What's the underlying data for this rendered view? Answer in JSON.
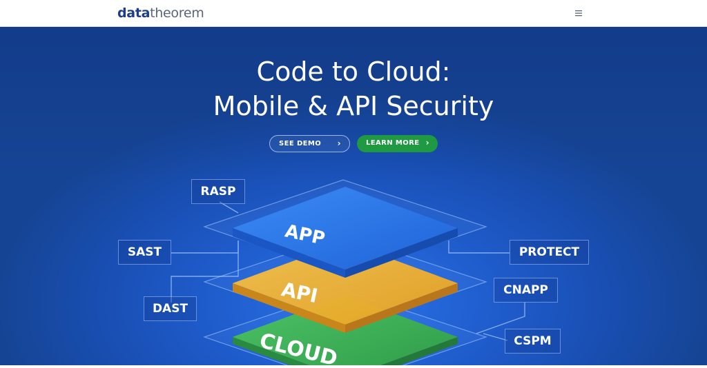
{
  "brand": {
    "logo_part1": "data",
    "logo_part2": "theorem"
  },
  "nav": {
    "menu_icon": "hamburger-menu-icon"
  },
  "hero": {
    "title_line1": "Code to Cloud:",
    "title_line2": "Mobile & API Security",
    "demo_button": "SEE DEMO",
    "learn_button": "LEARN MORE",
    "chevron": "›"
  },
  "layers": {
    "top": "APP",
    "middle": "API",
    "bottom": "CLOUD"
  },
  "tags": {
    "rasp": "RASP",
    "sast": "SAST",
    "dast": "DAST",
    "protect": "PROTECT",
    "cnapp": "CNAPP",
    "cspm": "CSPM"
  },
  "colors": {
    "brand_dark_blue": "#1e3c8c",
    "hero_blue": "#1f5ccc",
    "button_green": "#1f9a43",
    "layer_app": "#2f7ff0",
    "layer_api": "#f2b233",
    "layer_cloud": "#3fb45a"
  }
}
